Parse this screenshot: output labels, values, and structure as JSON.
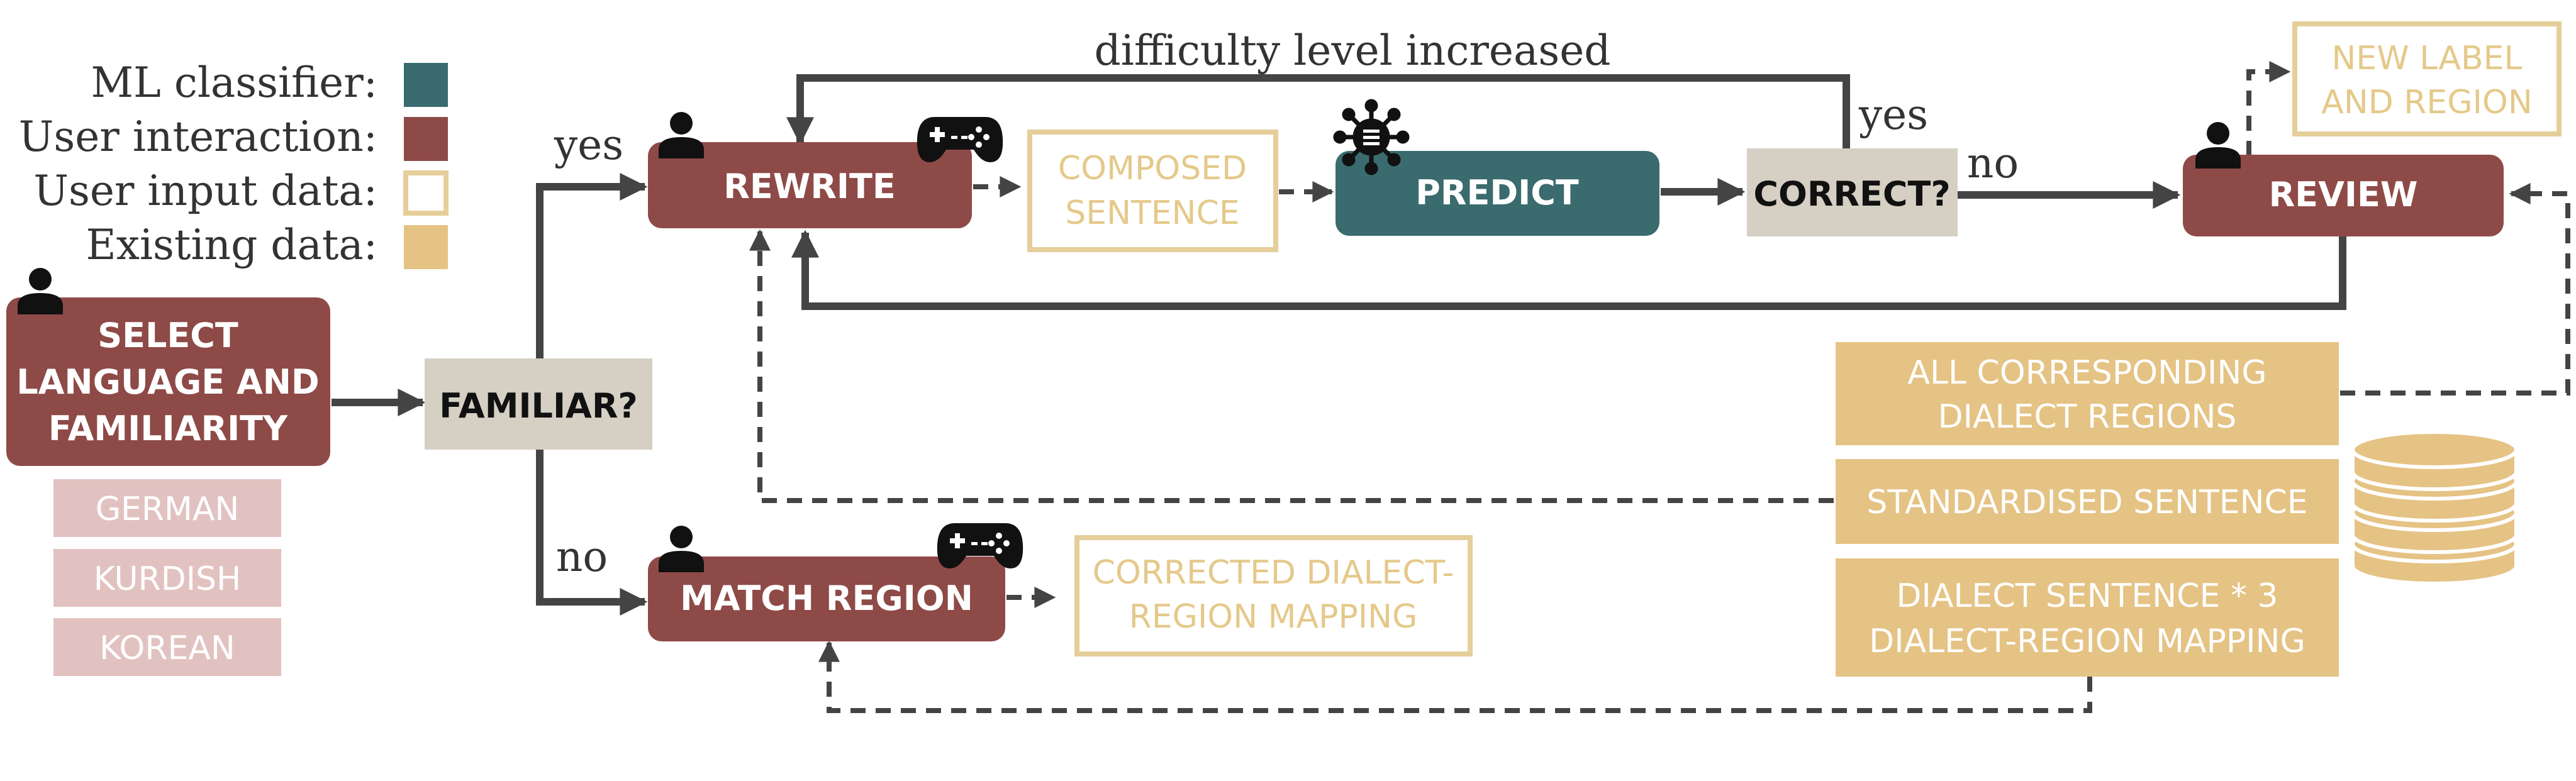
{
  "legend": {
    "ml_classifier": "ML classifier:",
    "user_interaction": "User interaction:",
    "user_input_data": "User input data:",
    "existing_data": "Existing data:"
  },
  "colors": {
    "ml_classifier": "#3a6b6e",
    "user_interaction": "#8e4a47",
    "user_input_data": "#e5ce9a",
    "existing_data": "#e5c384",
    "language_option": "#e2c2c0",
    "decision": "#d6cfc4",
    "arrow": "#444444"
  },
  "nodes": {
    "select": {
      "line1": "SELECT",
      "line2": "LANGUAGE AND",
      "line3": "FAMILIARITY"
    },
    "languages": [
      "GERMAN",
      "KURDISH",
      "KOREAN"
    ],
    "familiar": "FAMILIAR?",
    "rewrite": "REWRITE",
    "composed": {
      "line1": "COMPOSED",
      "line2": "SENTENCE"
    },
    "predict": "PREDICT",
    "correct": "CORRECT?",
    "review": "REVIEW",
    "new_label": {
      "line1": "NEW LABEL",
      "line2": "AND REGION"
    },
    "match_region": "MATCH REGION",
    "corrected": {
      "line1": "CORRECTED DIALECT-",
      "line2": "REGION MAPPING"
    },
    "all_regions": {
      "line1": "ALL CORRESPONDING",
      "line2": "DIALECT REGIONS"
    },
    "standardised": "STANDARDISED SENTENCE",
    "dialect": {
      "line1": "DIALECT SENTENCE * 3",
      "line2": "DIALECT-REGION MAPPING"
    }
  },
  "edge_labels": {
    "yes_familiar": "yes",
    "no_familiar": "no",
    "difficulty": "difficulty level increased",
    "yes_correct": "yes",
    "no_correct": "no"
  },
  "icons": {
    "user": "user-icon",
    "gamepad": "gamepad-icon",
    "classifier": "virus-icon",
    "database": "database-icon"
  }
}
